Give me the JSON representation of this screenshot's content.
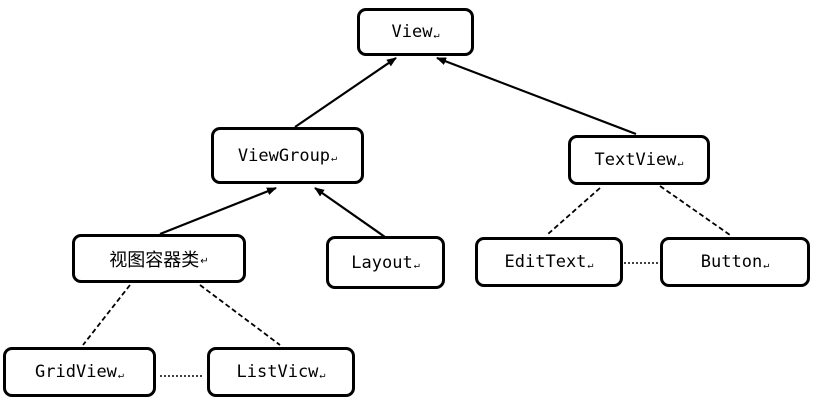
{
  "diagram": {
    "colors": {
      "line": "#000000",
      "box_border": "#000000",
      "background": "#ffffff"
    },
    "return_mark": "↵",
    "nodes": {
      "view": "View",
      "viewgroup": "ViewGroup",
      "textview": "TextView",
      "container": "视图容器类",
      "layout": "Layout",
      "edittext": "EditText",
      "button": "Button",
      "gridview": "GridView",
      "listview": "ListVicw"
    }
  }
}
